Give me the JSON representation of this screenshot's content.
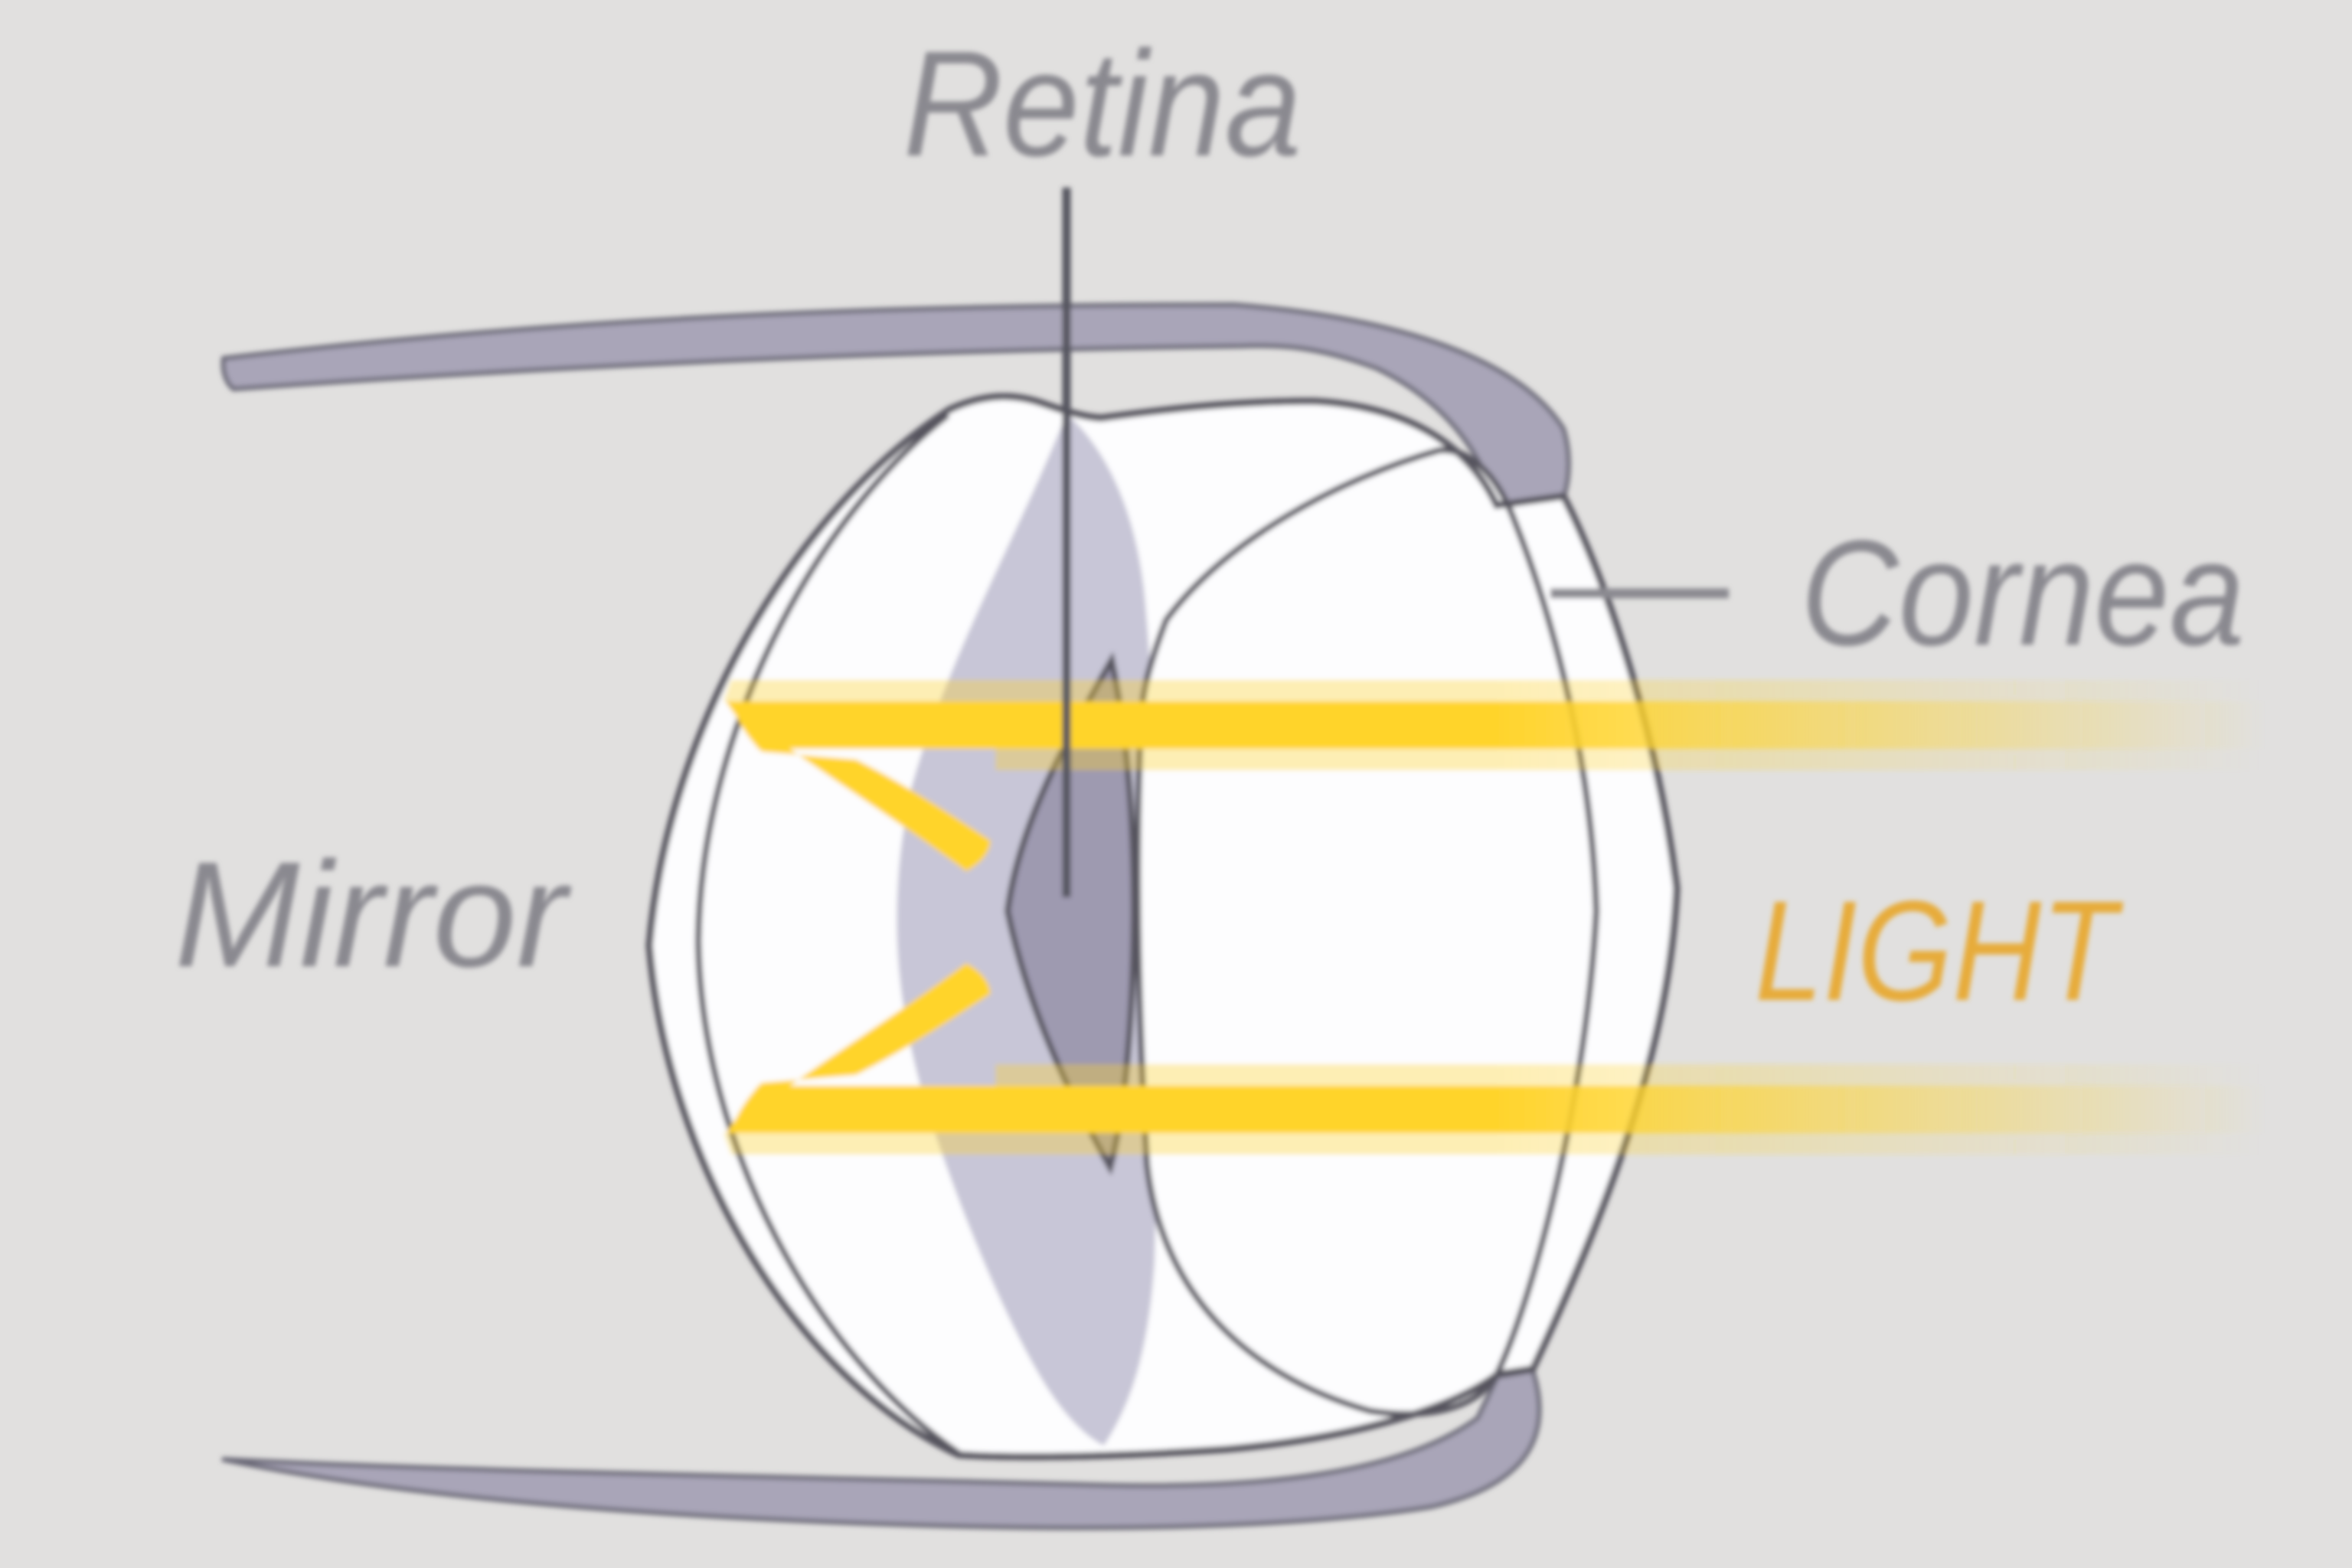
{
  "diagram": {
    "type": "anatomical-cross-section",
    "subject": "Eye with mirror optics (light path through cornea reflecting off mirror onto retina)",
    "labels": {
      "retina": "Retina",
      "cornea": "Cornea",
      "mirror": "Mirror",
      "light": "LIGHT"
    }
  },
  "colors": {
    "background": "#E1E0DF",
    "eye_white": "#FDFDFE",
    "outline": "#57555F",
    "band_purple": "#A9A5B8",
    "band_outline": "#6B6977",
    "lavender": "#C8C6D7",
    "retina_violet": "#9E9AB0",
    "beam_yellow": "#FFD42C",
    "label_gray": "#8A8990",
    "light_gold": "#E7AC3B",
    "leader_dark": "#55545E",
    "leader_gray": "#8B8A91"
  }
}
